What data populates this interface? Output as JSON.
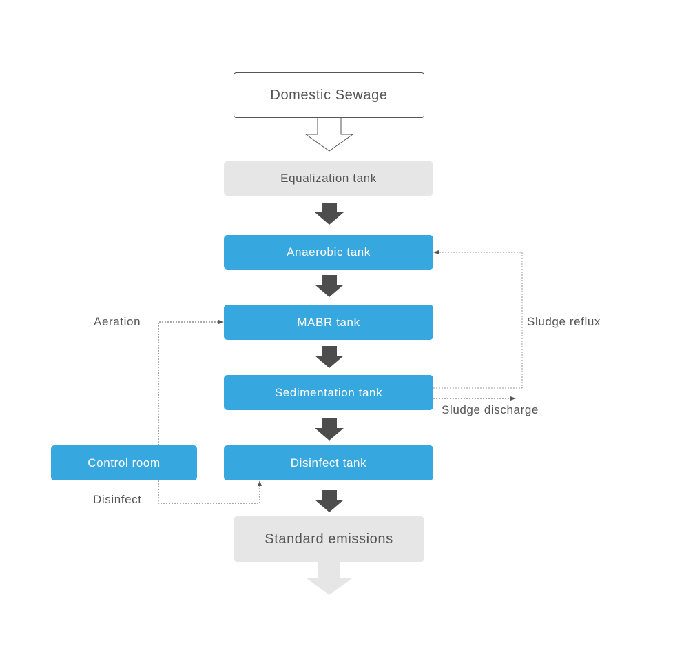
{
  "nodes": {
    "source": "Domestic Sewage",
    "equalization": "Equalization tank",
    "anaerobic": "Anaerobic tank",
    "mabr": "MABR tank",
    "sedimentation": "Sedimentation tank",
    "disinfect": "Disinfect tank",
    "output": "Standard emissions",
    "control": "Control room"
  },
  "labels": {
    "aeration": "Aeration",
    "sludge_reflux": "Sludge reflux",
    "sludge_discharge": "Sludge discharge",
    "disinfect": "Disinfect"
  },
  "colors": {
    "process_blue": "#37a7e0",
    "stage_grey": "#e6e6e6",
    "flow_arrow": "#4d4d4d",
    "text": "#555555"
  }
}
